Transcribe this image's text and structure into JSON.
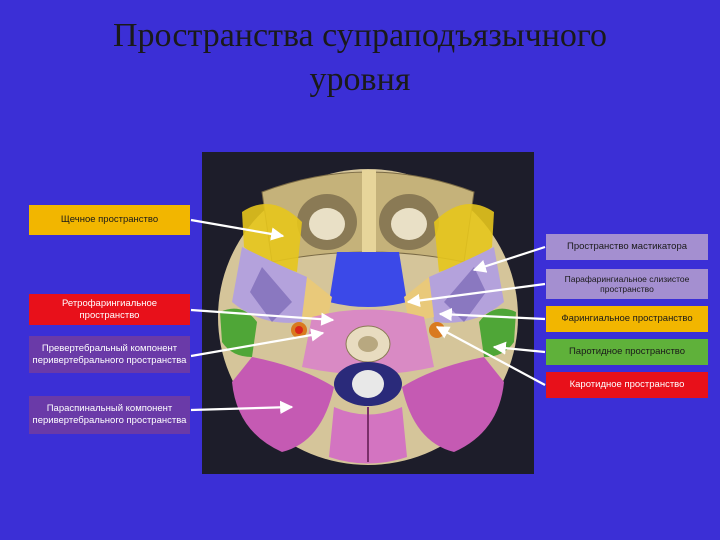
{
  "title": {
    "line1": "Пространства супраподъязычного",
    "line2": "уровня"
  },
  "labels": {
    "buccal": "Щечное пространство",
    "retropharyngeal": "Ретрофарингиальное пространство",
    "prevertebral": "Превертебральный компонент перивертебрального пространства",
    "paraspinal": "Параспинальный компонент перивертебрального пространства",
    "masticator": "Пространство мастикатора",
    "parapharyngeal": "Парафарингиальное слизистое пространство",
    "pharyngeal": "Фарингиальное пространство",
    "parotid": "Паротидное пространство",
    "carotid": "Каротидное пространство"
  },
  "colors": {
    "background": "#3b2fd6",
    "buccal": "#f2b600",
    "retropharyngeal": "#e8101a",
    "prevertebral": "#6a3aa8",
    "paraspinal": "#6a3aa8",
    "masticator": "#a48fd0",
    "parapharyngeal": "#a48fd0",
    "pharyngeal": "#f2b600",
    "parotid": "#5fb13a",
    "carotid": "#e8101a"
  }
}
